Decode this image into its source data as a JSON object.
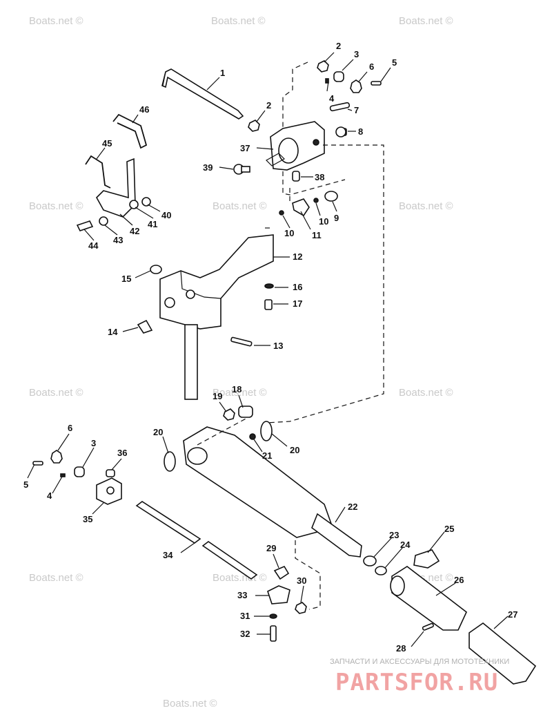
{
  "watermarks": [
    "Boats.net ©",
    "Boats.net ©",
    "Boats.net ©",
    "Boats.net ©",
    "Boats.net ©",
    "Boats.net ©",
    "Boats.net ©",
    "Boats.net ©",
    "Boats.net ©",
    "Boats.net ©",
    "Boats.net ©",
    "Boats.net ©",
    "Boats.net ©"
  ],
  "callouts": [
    "1",
    "2",
    "3",
    "4",
    "5",
    "6",
    "2",
    "7",
    "8",
    "37",
    "39",
    "38",
    "9",
    "10",
    "10",
    "11",
    "46",
    "45",
    "40",
    "41",
    "42",
    "43",
    "44",
    "12",
    "15",
    "16",
    "17",
    "14",
    "13",
    "19",
    "18",
    "20",
    "20",
    "21",
    "6",
    "3",
    "36",
    "5",
    "4",
    "35",
    "22",
    "23",
    "24",
    "25",
    "26",
    "27",
    "28",
    "34",
    "29",
    "30",
    "33",
    "31",
    "32"
  ],
  "banner": {
    "text": "ЗАПЧАСТИ И АКСЕССУАРЫ ДЛЯ МОТОТЕХНИКИ",
    "logo": "PARTSFOR.RU"
  },
  "colors": {
    "line": "#111111",
    "watermark": "#c9c9c9",
    "logo": "#f1a3a3"
  }
}
